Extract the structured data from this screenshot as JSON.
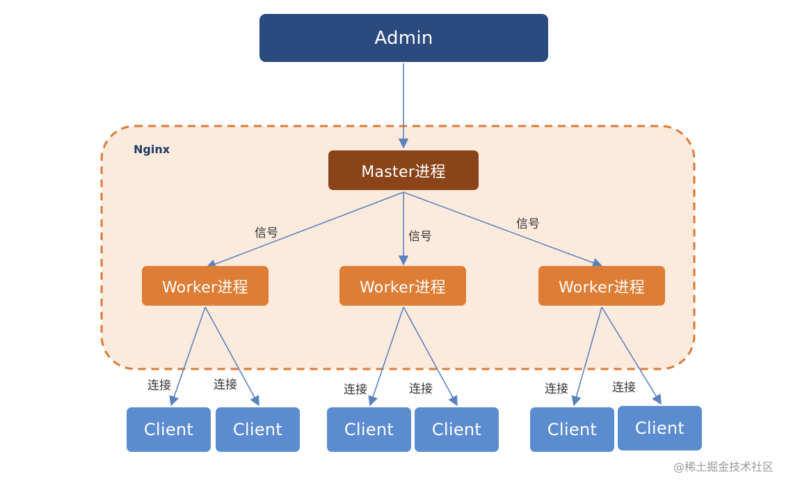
{
  "nodes": {
    "admin": "Admin",
    "nginx": "Nginx",
    "master": "Master进程",
    "workers": [
      "Worker进程",
      "Worker进程",
      "Worker进程"
    ],
    "clients": [
      "Client",
      "Client",
      "Client",
      "Client",
      "Client",
      "Client"
    ]
  },
  "edge_labels": {
    "signal": [
      "信号",
      "信号",
      "信号"
    ],
    "connect": [
      "连接",
      "连接",
      "连接",
      "连接",
      "连接",
      "连接"
    ]
  },
  "watermark": "@稀土掘金技术社区",
  "colors": {
    "admin": "#2b4a7d",
    "master": "#8a4419",
    "worker": "#de7d35",
    "client": "#5b8cd0",
    "nginx_region_fill": "#fcebdd",
    "nginx_region_border": "#d97a36",
    "edge": "#5a82bf"
  }
}
